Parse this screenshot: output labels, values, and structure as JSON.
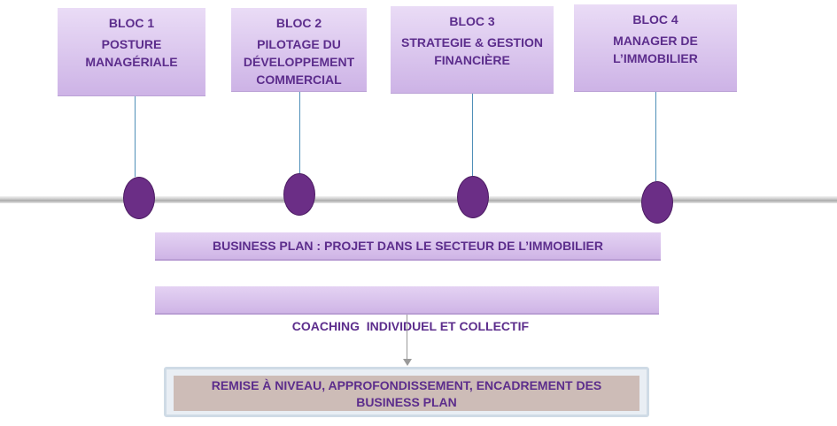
{
  "blocs": [
    {
      "number": "BLOC 1",
      "title": "POSTURE\nMANAGÉRIALE"
    },
    {
      "number": "BLOC 2",
      "title": "PILOTAGE DU\nDÉVELOPPEMENT\nCOMMERCIAL"
    },
    {
      "number": "BLOC 3",
      "title": "STRATEGIE & GESTION\nFINANCIÈRE"
    },
    {
      "number": "BLOC 4",
      "title": "MANAGER DE\nL’IMMOBILIER"
    }
  ],
  "bars": {
    "business_plan": "BUSINESS PLAN : PROJET DANS LE SECTEUR DE L’IMMOBILIER",
    "coaching": "COACHING  INDIVIDUEL ET COLLECTIF"
  },
  "remise": {
    "text": "REMISE À NIVEAU, APPROFONDISSEMENT, ENCADREMENT DES\nBUSINESS PLAN"
  },
  "colors": {
    "accent_text": "#5c2d8c",
    "node_fill": "#6b2e86",
    "box_fill": "#d9c6ee",
    "connector": "#4f8fb8",
    "remise_fill": "#cdbcb7"
  }
}
